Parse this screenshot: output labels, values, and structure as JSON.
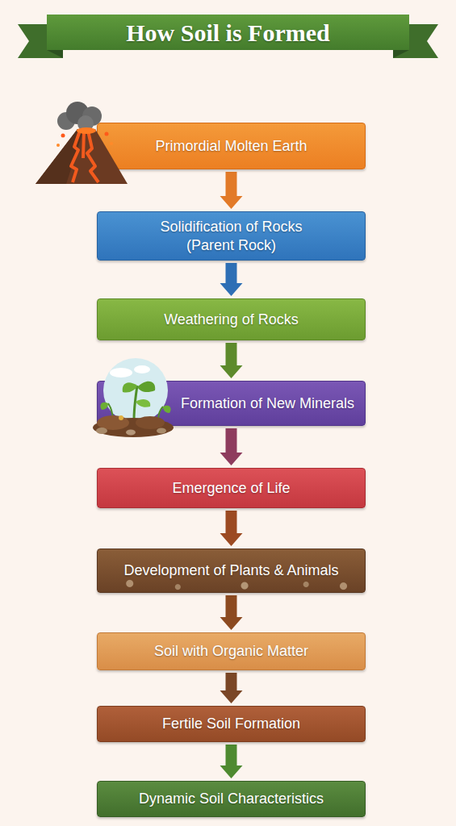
{
  "diagram": {
    "title": "How Soil is Formed",
    "nodes": [
      {
        "text": [
          "Primordial Molten Earth"
        ]
      },
      {
        "text": [
          "Solidification of Rocks (Parent Rock)"
        ]
      },
      {
        "text": [
          "Weathering of Rocks"
        ]
      },
      {
        "text": [
          "Formation of New Minerals"
        ]
      },
      {
        "text": [
          "Emergence of Life"
        ]
      },
      {
        "text": [
          "Development of Plants & Animals"
        ]
      },
      {
        "text": [
          "Soil with Organic Matter"
        ]
      },
      {
        "text": [
          "Fertile Soil Formation"
        ]
      },
      {
        "text": [
          "Dynamic Soil Characteristics"
        ]
      }
    ],
    "edges": [
      {
        "from": 0,
        "to": 1,
        "arrow": "to"
      },
      {
        "from": 1,
        "to": 2,
        "arrow": "to"
      },
      {
        "from": 2,
        "to": 3,
        "arrow": "to"
      },
      {
        "from": 3,
        "to": 4,
        "arrow": "to"
      },
      {
        "from": 4,
        "to": 5,
        "arrow": "to"
      },
      {
        "from": 5,
        "to": 6,
        "arrow": "to"
      },
      {
        "from": 6,
        "to": 7,
        "arrow": "to"
      },
      {
        "from": 7,
        "to": 8,
        "arrow": "to"
      }
    ]
  }
}
